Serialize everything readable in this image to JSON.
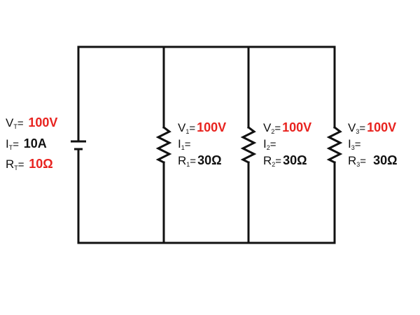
{
  "colors": {
    "wire": "#111111",
    "highlight": "#e8231f",
    "text": "#111111",
    "background": "#ffffff"
  },
  "source": {
    "voltage": {
      "symbol": "V",
      "sub": "T",
      "eq": "=",
      "value": "100V",
      "highlight": true
    },
    "current": {
      "symbol": "I",
      "sub": "T",
      "eq": "=",
      "value": "10A",
      "highlight": false
    },
    "resistance": {
      "symbol": "R",
      "sub": "T",
      "eq": "=",
      "value": "10Ω",
      "highlight": true
    }
  },
  "branches": [
    {
      "voltage": {
        "symbol": "V",
        "sub": "1",
        "eq": "=",
        "value": "100V",
        "highlight": true
      },
      "current": {
        "symbol": "I",
        "sub": "1",
        "eq": "=",
        "value": ""
      },
      "resistance": {
        "symbol": "R",
        "sub": "1",
        "eq": "=",
        "value": "30Ω",
        "highlight": false
      }
    },
    {
      "voltage": {
        "symbol": "V",
        "sub": "2",
        "eq": "=",
        "value": "100V",
        "highlight": true
      },
      "current": {
        "symbol": "I",
        "sub": "2",
        "eq": "=",
        "value": ""
      },
      "resistance": {
        "symbol": "R",
        "sub": "2",
        "eq": "=",
        "value": "30Ω",
        "highlight": false
      }
    },
    {
      "voltage": {
        "symbol": "V",
        "sub": "3",
        "eq": "=",
        "value": "100V",
        "highlight": true
      },
      "current": {
        "symbol": "I",
        "sub": "3",
        "eq": "=",
        "value": ""
      },
      "resistance": {
        "symbol": "R",
        "sub": "3",
        "eq": "=",
        "value": "30Ω",
        "highlight": false
      }
    }
  ]
}
